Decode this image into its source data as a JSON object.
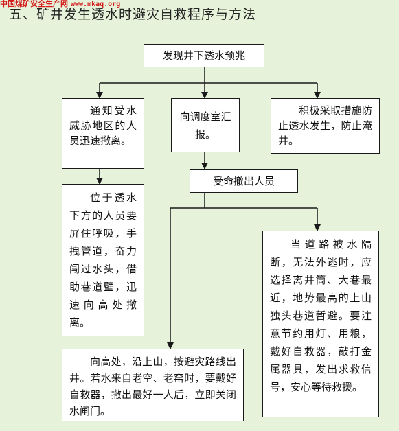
{
  "header": {
    "watermark": "中国煤矿安全生产网",
    "site": "www.mkaq.org",
    "title": "五、矿井发生透水时避灾自救程序与方法"
  },
  "flow": {
    "start": "发现井下透水预兆",
    "notify": "通知受水威胁地区的人员迅速撤离。",
    "report": "向调度室汇报。",
    "measures": "积极采取措施防止透水发生，防止淹井。",
    "below": "位于透水下方的人员要屏住呼吸，手拽管道，奋力闯过水头，借助巷道壁，迅速向高处撤离。",
    "evacuate": "受命撤出人员",
    "trapped": "当道路被水隔断，无法外逃时，应选择离井筒、大巷最近，地势最高的上山独头巷道暂避。要注意节约用灯、用粮，戴好自救器，敲打金属器具，发出求救信号，安心等待救援。",
    "uphill": "向高处，沿上山，按避灾路线出井。若水来自老空、老窑时，要戴好自救器，撤出最好一人后，立即关闭水闸门。"
  },
  "colors": {
    "background": "#e6f3da",
    "watermark": "#d41c1c",
    "border": "#1a1a1a"
  }
}
